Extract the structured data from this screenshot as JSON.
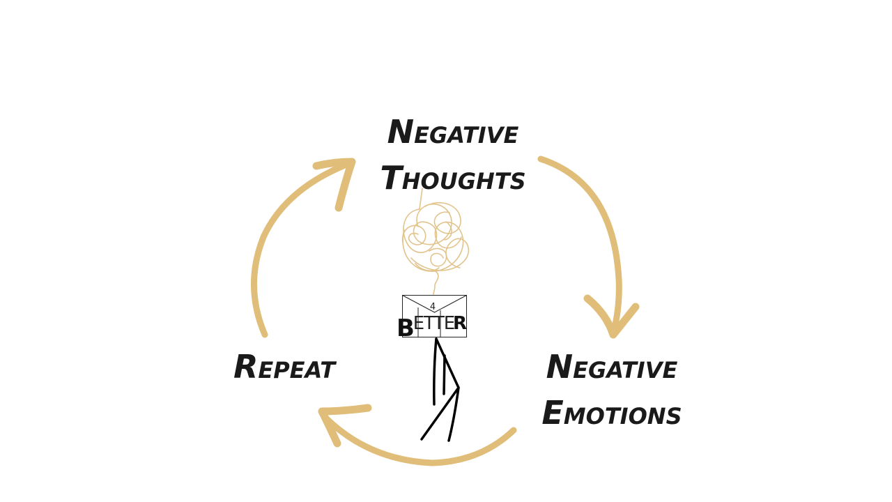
{
  "diagram": {
    "cycle_steps": [
      {
        "line1": "Negative",
        "line2": "Thoughts"
      },
      {
        "line1": "Negative",
        "line2": "Emotions"
      },
      {
        "line1": "Repeat"
      }
    ],
    "logo": {
      "letters": [
        "B",
        "E",
        "T",
        "T",
        "E",
        "R"
      ],
      "number": "4"
    },
    "colors": {
      "arrow": "#e0bd78",
      "text": "#1a1a1a",
      "scribble": "#e2c38c",
      "figure": "#000000"
    }
  }
}
